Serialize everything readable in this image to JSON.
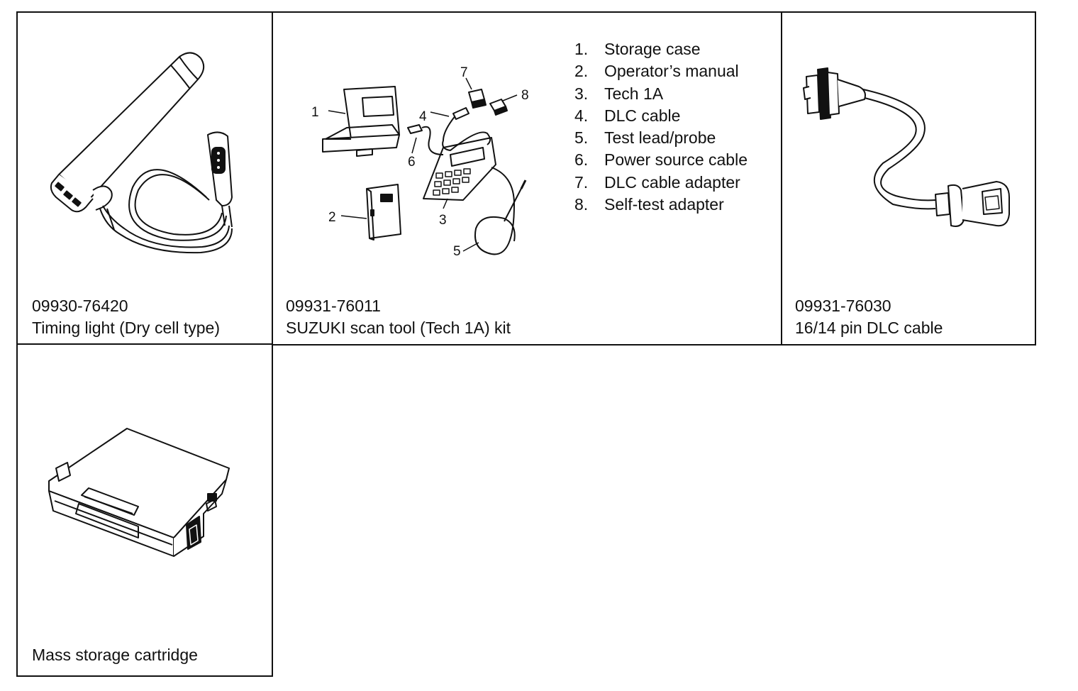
{
  "tools": [
    {
      "part_number": "09930-76420",
      "name": "Timing light (Dry cell type)"
    },
    {
      "part_number": "09931-76011",
      "name": "SUZUKI scan tool (Tech 1A) kit"
    },
    {
      "part_number": "09931-76030",
      "name": "16/14 pin DLC cable"
    },
    {
      "part_number": "",
      "name": "Mass storage cartridge"
    }
  ],
  "kit_legend": [
    {
      "num": "1.",
      "label": "Storage case"
    },
    {
      "num": "2.",
      "label": "Operator’s manual"
    },
    {
      "num": "3.",
      "label": "Tech 1A"
    },
    {
      "num": "4.",
      "label": "DLC cable"
    },
    {
      "num": "5.",
      "label": "Test lead/probe"
    },
    {
      "num": "6.",
      "label": "Power source cable"
    },
    {
      "num": "7.",
      "label": "DLC cable adapter"
    },
    {
      "num": "8.",
      "label": "Self-test adapter"
    }
  ],
  "callouts": [
    "1",
    "2",
    "3",
    "4",
    "5",
    "6",
    "7",
    "8"
  ]
}
